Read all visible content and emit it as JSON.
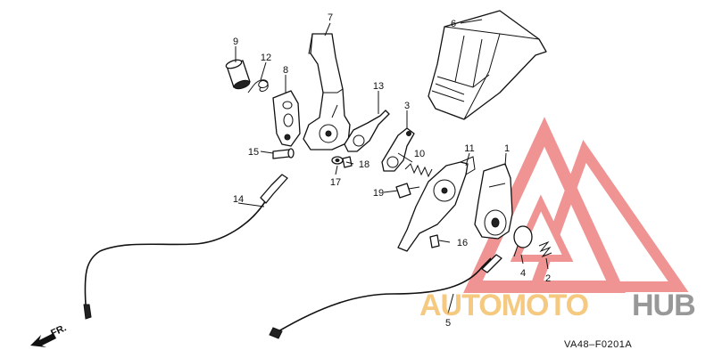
{
  "diagram": {
    "callouts": [
      {
        "id": "p1",
        "label": "1"
      },
      {
        "id": "p2",
        "label": "2"
      },
      {
        "id": "p3",
        "label": "3"
      },
      {
        "id": "p4",
        "label": "4"
      },
      {
        "id": "p5",
        "label": "5"
      },
      {
        "id": "p6",
        "label": "6"
      },
      {
        "id": "p7",
        "label": "7"
      },
      {
        "id": "p8",
        "label": "8"
      },
      {
        "id": "p9",
        "label": "9"
      },
      {
        "id": "p10",
        "label": "10"
      },
      {
        "id": "p11",
        "label": "11"
      },
      {
        "id": "p12",
        "label": "12"
      },
      {
        "id": "p13",
        "label": "13"
      },
      {
        "id": "p14",
        "label": "14"
      },
      {
        "id": "p15",
        "label": "15"
      },
      {
        "id": "p16",
        "label": "16"
      },
      {
        "id": "p17",
        "label": "17"
      },
      {
        "id": "p18",
        "label": "18"
      },
      {
        "id": "p19",
        "label": "19"
      }
    ],
    "front_label": "FR.",
    "diagram_code": "VA48–F0201A"
  },
  "watermark": {
    "word_1": "AUTOMOTO",
    "word_2": "HUB",
    "color_primary": "#e23b3b",
    "color_secondary": "#f0a62b",
    "color_dark": "#555555"
  }
}
